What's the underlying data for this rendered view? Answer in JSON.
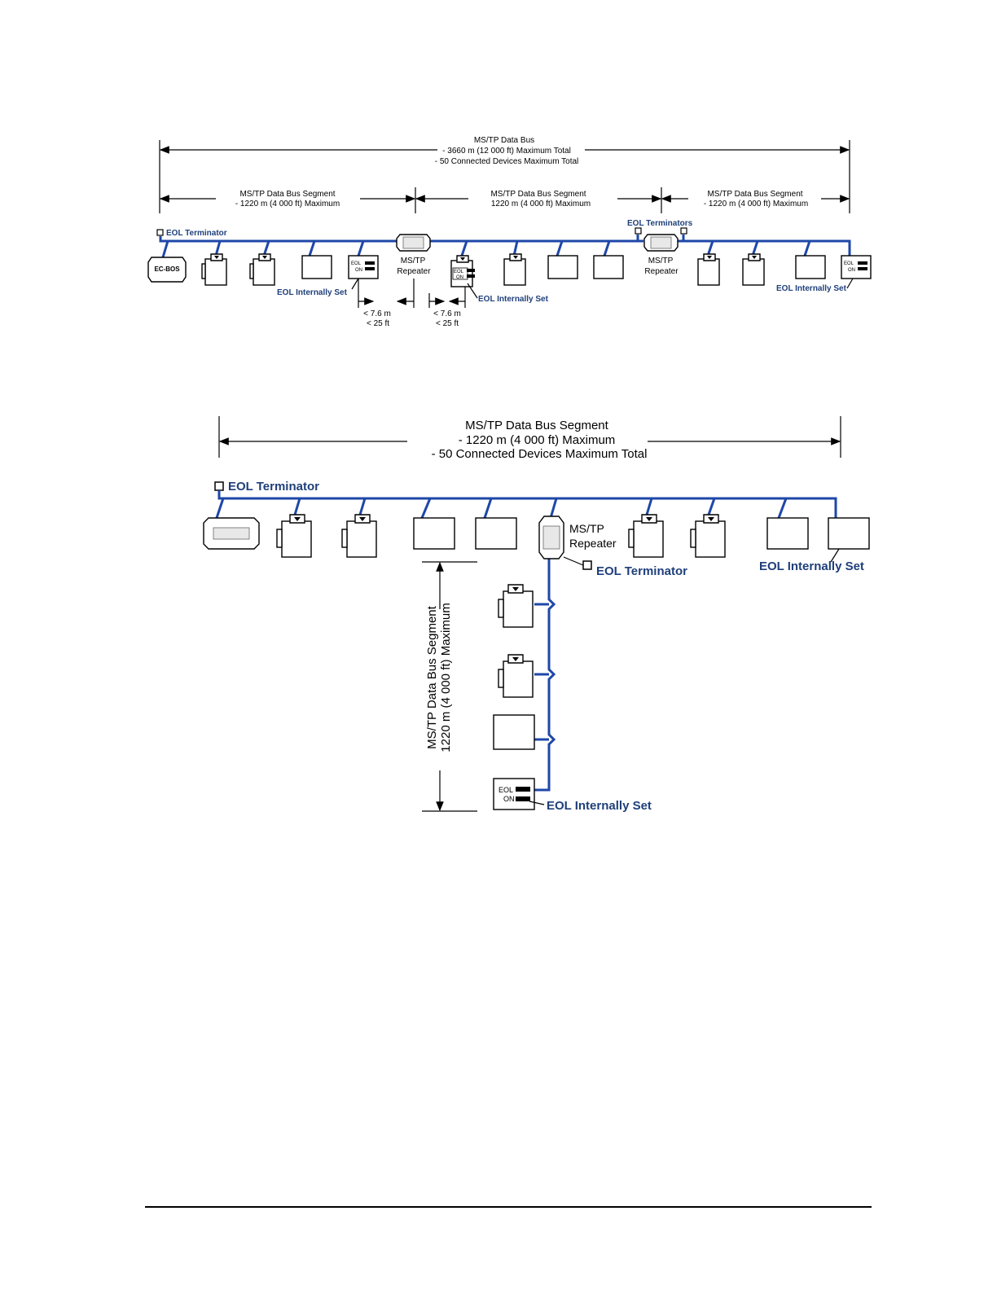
{
  "diagram1": {
    "bus_title": "MS/TP Data Bus",
    "bus_line1": "- 3660 m (12 000 ft) Maximum Total",
    "bus_line2": "- 50 Connected Devices Maximum Total",
    "seg1_title": "MS/TP Data Bus Segment",
    "seg1_line": "- 1220 m (4 000 ft) Maximum",
    "seg2_title": "MS/TP Data Bus Segment",
    "seg2_line": "1220 m (4 000 ft) Maximum",
    "seg3_title": "MS/TP Data Bus Segment",
    "seg3_line": "- 1220 m (4 000 ft) Maximum",
    "eol_terminator": "EOL Terminator",
    "eol_terminators": "EOL Terminators",
    "ecbos_label": "EC-BOS",
    "repeater1_a": "MS/TP",
    "repeater1_b": "Repeater",
    "repeater2_a": "MS/TP",
    "repeater2_b": "Repeater",
    "eol_internal_1": "EOL Internally Set",
    "eol_internal_2": "EOL Internally Set",
    "eol_internal_3": "EOL Internally Set",
    "dist1_m": "< 7.6 m",
    "dist1_ft": "< 25 ft",
    "dist2_m": "< 7.6 m",
    "dist2_ft": "< 25 ft",
    "switch_eol": "EOL",
    "switch_on": "ON"
  },
  "diagram2": {
    "seg_title": "MS/TP Data Bus Segment",
    "seg_line1": "- 1220 m (4 000 ft) Maximum",
    "seg_line2": "- 50 Connected Devices Maximum Total",
    "eol_terminator_top": "EOL Terminator",
    "repeater_a": "MS/TP",
    "repeater_b": "Repeater",
    "eol_terminator_repeater": "EOL Terminator",
    "eol_internal_right": "EOL Internally Set",
    "vertical_title": "MS/TP Data Bus Segment",
    "vertical_line": "1220 m (4 000 ft) Maximum",
    "eol_internal_bottom": "EOL Internally Set",
    "switch_eol": "EOL",
    "switch_on": "ON"
  },
  "colors": {
    "bus": "#1e47a8",
    "blue_text": "#1f3f7a"
  }
}
